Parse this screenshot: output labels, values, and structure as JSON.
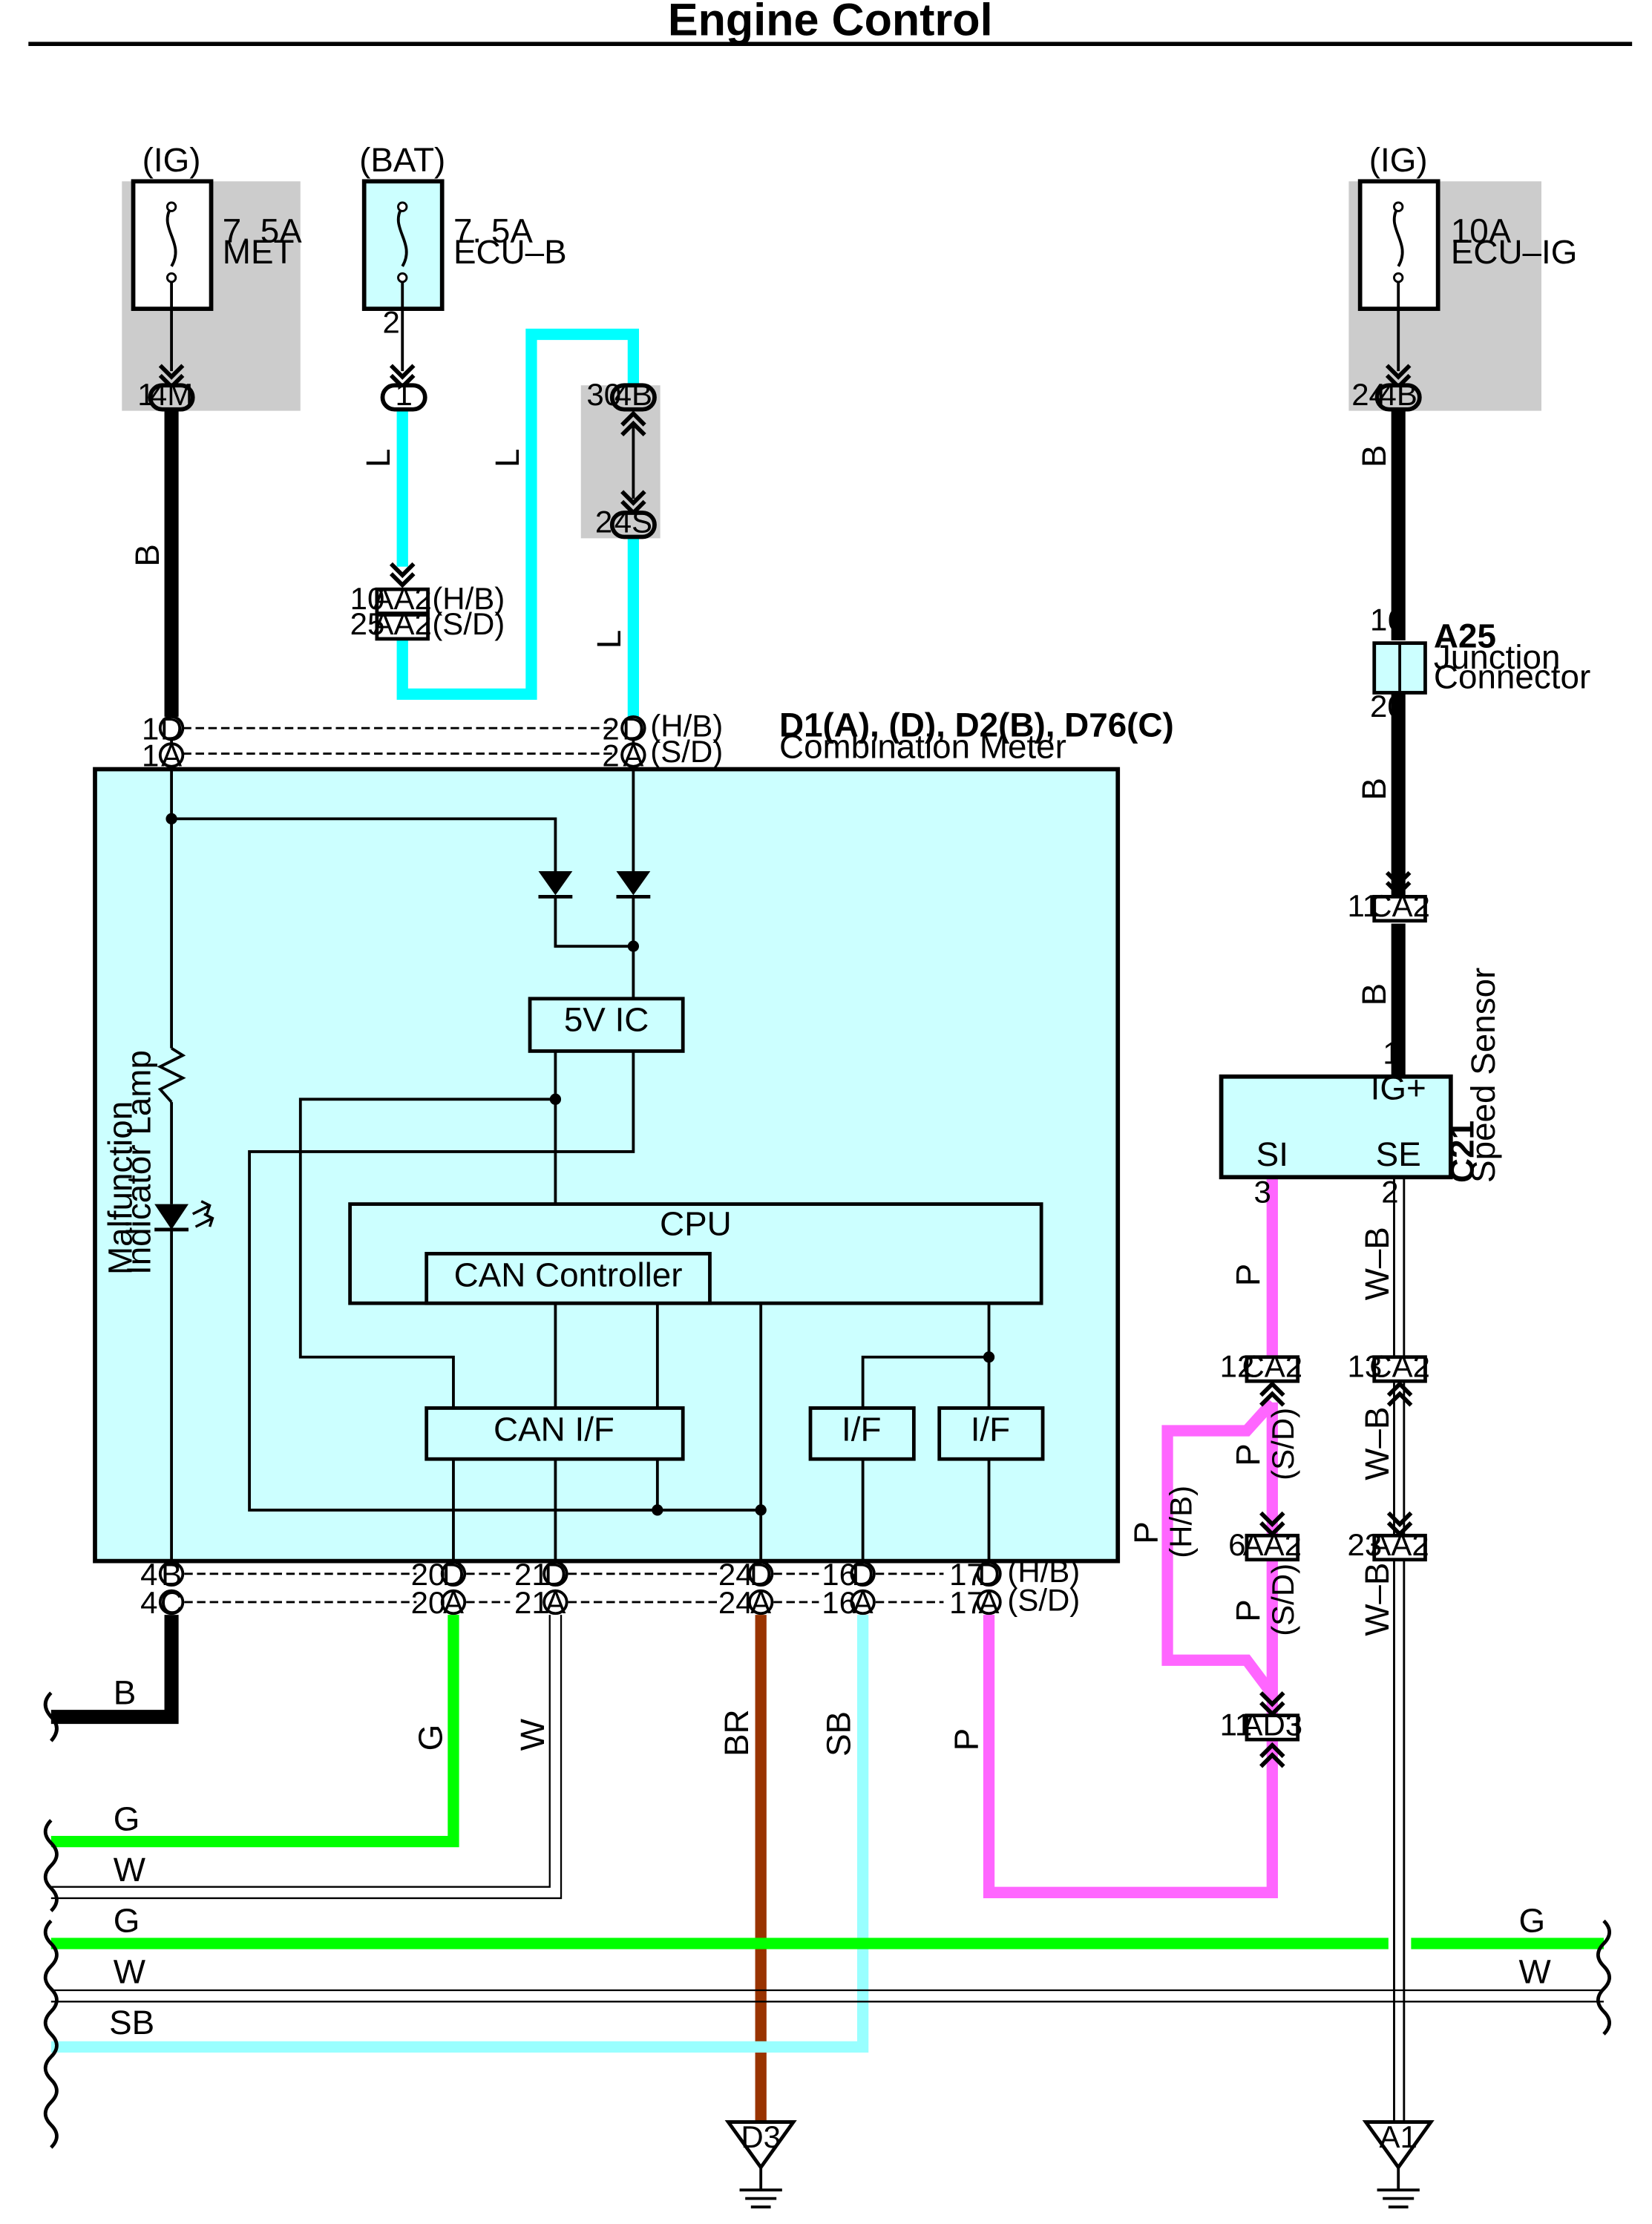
{
  "title": "Engine Control",
  "fuses": [
    {
      "source": "(IG)",
      "rating": "7. 5A",
      "name": "MET"
    },
    {
      "source": "(BAT)",
      "rating": "7. 5A",
      "name": "ECU–B"
    },
    {
      "source": "(IG)",
      "rating": "10A",
      "name": "ECU–IG"
    }
  ],
  "connectors": {
    "met_pin": "1",
    "met_conn": "4M",
    "ecub_pin": "2",
    "ecub_conn": "1",
    "j4b_pin": "30",
    "j4b_conn": "4B",
    "j4s_pin": "2",
    "j4s_conn": "4S",
    "aa2_hb_pin": "10",
    "aa2_sd_pin": "25",
    "aa2": "AA2",
    "hb": "(H/B)",
    "sd": "(S/D)",
    "ecuig_pin": "24",
    "ecuig_conn": "4B",
    "a25_top_pin": "16",
    "a25_bot_pin": "20",
    "a25_id": "A25",
    "a25_l1": "Junction",
    "a25_l2": "Connector",
    "ca2": "CA2",
    "ca2_pin_11": "11",
    "ca2_pin_12": "12",
    "ca2_pin_13": "13",
    "aa2_pin_6": "6",
    "aa2_pin_23": "23",
    "ad3": "AD3",
    "ad3_pin": "11"
  },
  "meter": {
    "id": "D1(A), (D), D2(B), D76(C)",
    "name": "Combination Meter",
    "top_pins": [
      {
        "num": "1",
        "letter": "D"
      },
      {
        "num": "1",
        "letter": "A"
      },
      {
        "num": "2",
        "letter": "D"
      },
      {
        "num": "2",
        "letter": "A"
      }
    ],
    "bottom_pins": [
      {
        "num": "4",
        "letter": "B"
      },
      {
        "num": "4",
        "letter": "C"
      },
      {
        "num": "20",
        "letter": "D"
      },
      {
        "num": "20",
        "letter": "A"
      },
      {
        "num": "21",
        "letter": "D"
      },
      {
        "num": "21",
        "letter": "A"
      },
      {
        "num": "24",
        "letter": "D"
      },
      {
        "num": "24",
        "letter": "A"
      },
      {
        "num": "16",
        "letter": "D"
      },
      {
        "num": "16",
        "letter": "A"
      },
      {
        "num": "17",
        "letter": "D"
      },
      {
        "num": "17",
        "letter": "A"
      }
    ],
    "blocks": {
      "ic": "5V IC",
      "cpu": "CPU",
      "can_ctrl": "CAN Controller",
      "can_if": "CAN I/F",
      "if1": "I/F",
      "if2": "I/F"
    },
    "lamp_l1": "Malfunction",
    "lamp_l2": "Indicator Lamp"
  },
  "sensor": {
    "id": "C21",
    "name": "Speed Sensor",
    "igp": "IG+",
    "si": "SI",
    "se": "SE",
    "pin1": "1",
    "pin2": "2",
    "pin3": "3"
  },
  "wires": {
    "B": "B",
    "L": "L",
    "G": "G",
    "W": "W",
    "BR": "BR",
    "SB": "SB",
    "P": "P",
    "WB": "W–B"
  },
  "grounds": {
    "d3": "D3",
    "a1": "A1"
  },
  "colors": {
    "B": "#000000",
    "L": "#00ffff",
    "G": "#00ff00",
    "W": "#ffffff",
    "BR": "#993300",
    "SB": "#99ffff",
    "P": "#ff66ff",
    "meter_fill": "#ccffff",
    "gray_box": "#cccccc"
  }
}
